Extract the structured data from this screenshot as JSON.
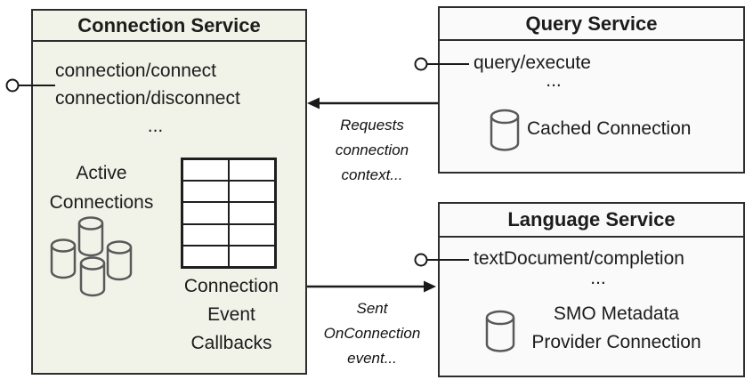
{
  "colors": {
    "connection_box_bg": "#f1f3e9",
    "service_box_bg": "#fafafa",
    "border": "#2d2d2d",
    "cylinder_stroke": "#595959",
    "line": "#1a1a1a"
  },
  "connection_service": {
    "title": "Connection Service",
    "methods": [
      "connection/connect",
      "connection/disconnect"
    ],
    "ellipsis": "...",
    "active_connections_label": "Active Connections",
    "callbacks_label": "Connection Event Callbacks"
  },
  "query_service": {
    "title": "Query Service",
    "method": "query/execute",
    "ellipsis": "...",
    "cache_label": "Cached Connection"
  },
  "language_service": {
    "title": "Language Service",
    "method": "textDocument/completion",
    "ellipsis": "...",
    "metadata_label": "SMO Metadata Provider Connection"
  },
  "arrows": {
    "query_to_connection_label": "Requests connection context...",
    "connection_to_language_label": "Sent OnConnection event..."
  },
  "table_grid": {
    "rows": 5,
    "cols": 2
  }
}
